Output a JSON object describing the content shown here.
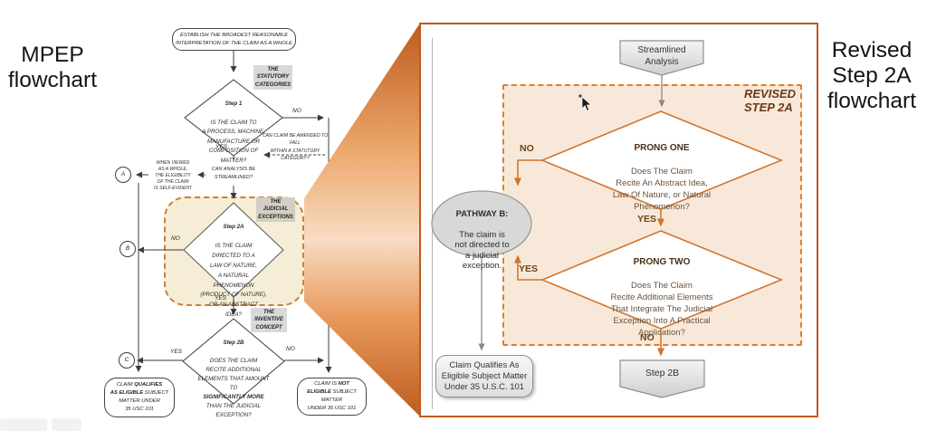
{
  "colors": {
    "accent-orange": "#D2752E",
    "panel-border": "#C2581E",
    "dashed-border": "#DE7F2D",
    "peach-fill": "#F8E8D9",
    "cream-fill": "#F6EDD6",
    "highlight-dash": "#C8803C",
    "gray-fill": "#D9D9D9",
    "line-dark": "#3C3C3C",
    "line-gray": "#8A8A8A",
    "brown-text": "#6B523D",
    "brown-dark": "#4A2F17",
    "label-brown": "#70431D"
  },
  "titles": {
    "left": "MPEP\nflowchart",
    "right": "Revised\nStep 2A\nflowchart"
  },
  "mpep": {
    "start": "ESTABLISH THE BROADEST REASONABLE\nINTERPRETATION OF THE CLAIM AS A WHOLE",
    "statutory_label": "THE\nSTATUTORY\nCATEGORIES",
    "step1": {
      "title": "Step 1",
      "body": "IS THE CLAIM TO\nA PROCESS, MACHINE,\nMANUFACTURE OR\nCOMPOSITION OF\nMATTER?"
    },
    "labels": {
      "no1": "NO",
      "yes1": "YES",
      "no2": "NO",
      "yes2": "YES",
      "yes3": "YES",
      "no3": "NO"
    },
    "amend_note": "CAN CLAIM BE AMENDED TO FALL\nWITHIN A STATUTORY CATEGORY?",
    "streamlined_question": "CAN ANALYSIS BE\nSTREAMLINED?",
    "self_evident_note": "WHEN VIEWED\nAS A WHOLE,\nTHE ELIGIBILITY\nOF THE CLAIM\nIS SELF-EVIDENT",
    "connectors": {
      "a": "A",
      "b": "B",
      "c": "C"
    },
    "judicial_label": "THE\nJUDICIAL\nEXCEPTIONS",
    "step2a": {
      "title": "Step 2A",
      "body": "IS THE CLAIM\nDIRECTED TO A\nLAW OF NATURE,\nA NATURAL PHENOMENON\n(PRODUCT OF NATURE),\nOR AN ABSTRACT\nIDEA?"
    },
    "inventive_label": "THE\nINVENTIVE\nCONCEPT",
    "step2b": {
      "title": "Step 2B",
      "body_pre": "DOES THE CLAIM\nRECITE ADDITIONAL\nELEMENTS THAT AMOUNT TO\n",
      "body_bold": "SIGNIFICANTLY MORE",
      "body_post": "\nTHAN THE JUDICIAL\nEXCEPTION?"
    },
    "eligible": {
      "pre": "CLAIM ",
      "bold": "QUALIFIES\nAS ELIGIBLE",
      "post": " SUBJECT\nMATTER UNDER\n35 USC 101"
    },
    "not_eligible": {
      "pre": "CLAIM IS ",
      "bold": "NOT\nELIGIBLE",
      "post": " SUBJECT\nMATTER\nUNDER 35 USC 101"
    }
  },
  "revised": {
    "panel_label": "REVISED\nSTEP 2A",
    "streamlined": "Streamlined\nAnalysis",
    "prong_one": {
      "title": "PRONG ONE",
      "body": "Does The Claim\nRecite An Abstract Idea,\nLaw Of Nature, or Natural\nPhenomenon?"
    },
    "prong_two": {
      "title": "PRONG TWO",
      "body": "Does The Claim\nRecite Additional Elements\nThat Integrate The Judicial\nException Into A Practical\nApplication?"
    },
    "pathway_b": {
      "title": "PATHWAY B:",
      "body": "The claim is\nnot directed to\na judicial\nexception."
    },
    "labels": {
      "no1": "NO",
      "yes1": "YES",
      "yes2": "YES",
      "no2": "NO"
    },
    "eligible": "Claim Qualifies As\nEligible Subject Matter\nUnder 35 U.S.C. 101",
    "step2b": "Step 2B"
  }
}
